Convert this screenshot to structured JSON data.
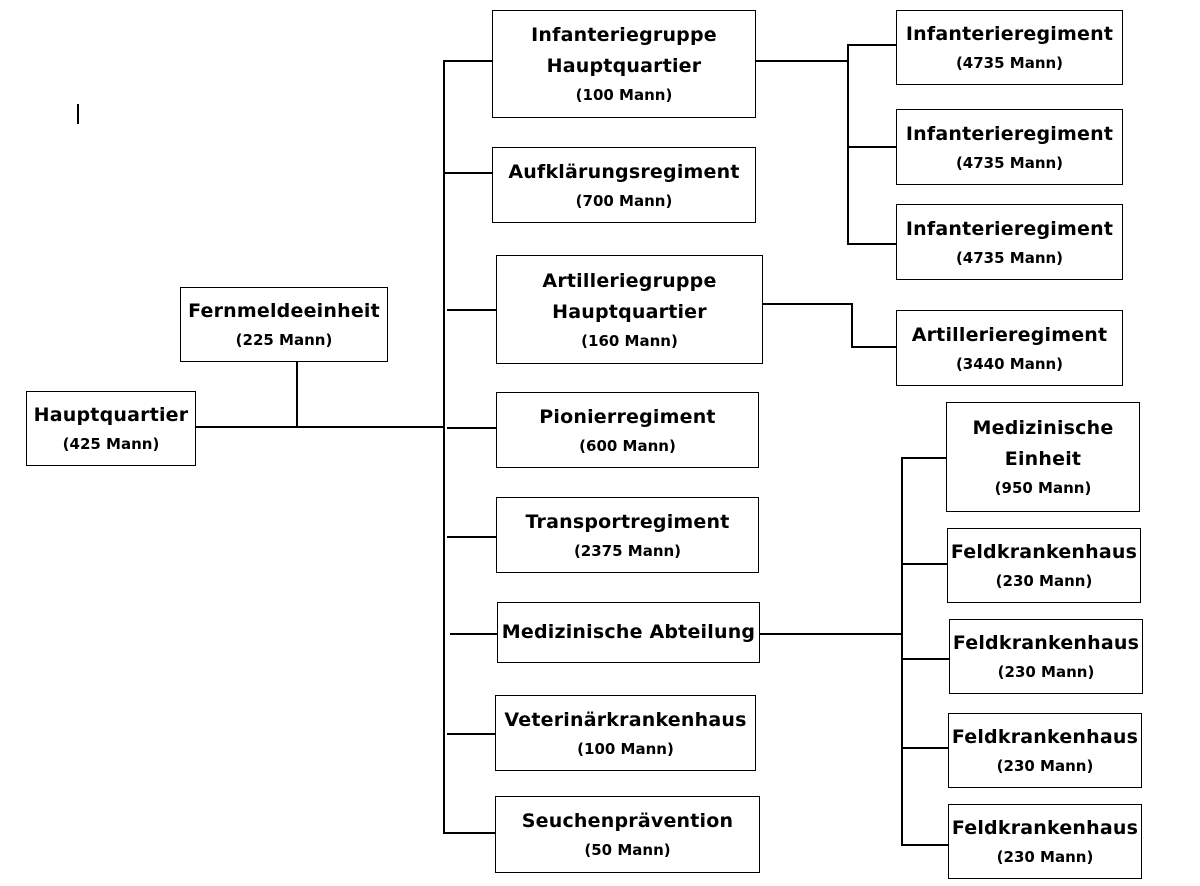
{
  "hq": {
    "name": "Hauptquartier",
    "count": "(425 Mann)"
  },
  "signal": {
    "name": "Fernmeldeeinheit",
    "count": "(225 Mann)"
  },
  "infantry_group": {
    "line1": "Infanteriegruppe",
    "line2": "Hauptquartier",
    "count": "(100 Mann)"
  },
  "recon": {
    "name": "Aufklärungsregiment",
    "count": "(700 Mann)"
  },
  "artillery_group": {
    "line1": "Artilleriegruppe",
    "line2": "Hauptquartier",
    "count": "(160 Mann)"
  },
  "engineer": {
    "name": "Pionierregiment",
    "count": "(600 Mann)"
  },
  "transport": {
    "name": "Transportregiment",
    "count": "(2375 Mann)"
  },
  "medical_dept": {
    "name": "Medizinische Abteilung"
  },
  "vet_hospital": {
    "name": "Veterinärkrankenhaus",
    "count": "(100 Mann)"
  },
  "epidemic": {
    "name": "Seuchenprävention",
    "count": "(50 Mann)"
  },
  "infantry_regiments": [
    {
      "name": "Infanterieregiment",
      "count": "(4735 Mann)"
    },
    {
      "name": "Infanterieregiment",
      "count": "(4735 Mann)"
    },
    {
      "name": "Infanterieregiment",
      "count": "(4735 Mann)"
    }
  ],
  "artillery_regiment": {
    "name": "Artillerieregiment",
    "count": "(3440 Mann)"
  },
  "medical_unit": {
    "line1": "Medizinische",
    "line2": "Einheit",
    "count": "(950 Mann)"
  },
  "field_hospitals": [
    {
      "name": "Feldkrankenhaus",
      "count": "(230 Mann)"
    },
    {
      "name": "Feldkrankenhaus",
      "count": "(230 Mann)"
    },
    {
      "name": "Feldkrankenhaus",
      "count": "(230 Mann)"
    },
    {
      "name": "Feldkrankenhaus",
      "count": "(230 Mann)"
    }
  ]
}
